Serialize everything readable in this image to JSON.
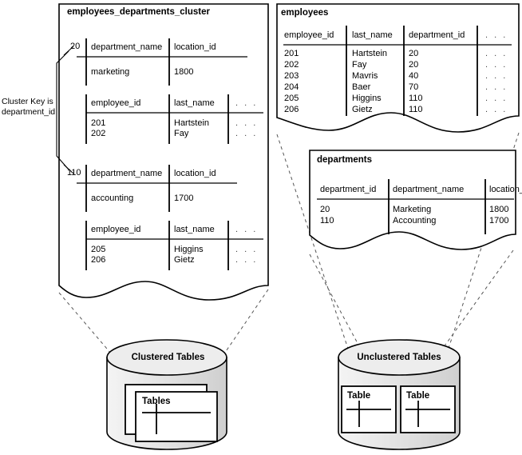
{
  "diagram": {
    "title_hidden": "",
    "cluster_box": {
      "title": "employees_departments_cluster",
      "key_note_line1": "Cluster Key is",
      "key_note_line2": "department_id",
      "groups": [
        {
          "key": "20",
          "dept_table": {
            "headers": [
              "department_name",
              "location_id"
            ],
            "rows": [
              [
                "marketing",
                "1800"
              ]
            ]
          },
          "emp_table": {
            "headers": [
              "employee_id",
              "last_name",
              ". . ."
            ],
            "rows": [
              [
                "201",
                "Hartstein",
                ". . ."
              ],
              [
                "202",
                "Fay",
                ". . ."
              ]
            ]
          }
        },
        {
          "key": "110",
          "dept_table": {
            "headers": [
              "department_name",
              "location_id"
            ],
            "rows": [
              [
                "accounting",
                "1700"
              ]
            ]
          },
          "emp_table": {
            "headers": [
              "employee_id",
              "last_name",
              ". . ."
            ],
            "rows": [
              [
                "205",
                "Higgins",
                ". . ."
              ],
              [
                "206",
                "Gietz",
                ". . ."
              ]
            ]
          }
        }
      ]
    },
    "employees_box": {
      "title": "employees",
      "headers": [
        "employee_id",
        "last_name",
        "department_id",
        ". . ."
      ],
      "rows": [
        [
          "201",
          "Hartstein",
          "20",
          ". . ."
        ],
        [
          "202",
          "Fay",
          "20",
          ". . ."
        ],
        [
          "203",
          "Mavris",
          "40",
          ". . ."
        ],
        [
          "204",
          "Baer",
          "70",
          ". . ."
        ],
        [
          "205",
          "Higgins",
          "110",
          ". . ."
        ],
        [
          "206",
          "Gietz",
          "110",
          ". . ."
        ]
      ]
    },
    "departments_box": {
      "title": "departments",
      "headers": [
        "department_id",
        "department_name",
        "location_id"
      ],
      "rows": [
        [
          "20",
          "Marketing",
          "1800"
        ],
        [
          "110",
          "Accounting",
          "1700"
        ]
      ]
    },
    "clustered_cylinder": {
      "label": "Clustered Tables",
      "cards": [
        {
          "label": ""
        },
        {
          "label": "Tables"
        }
      ]
    },
    "unclustered_cylinder": {
      "label": "Unclustered Tables",
      "cards": [
        {
          "label": "Table"
        },
        {
          "label": "Table"
        }
      ]
    },
    "colors": {
      "stroke": "#000000",
      "cylinder_top": "#ececec",
      "cylinder_body": "#e2e2e2",
      "card_fill": "#ffffff",
      "shadow": "#c9c9c9",
      "dashed": "#555555"
    }
  }
}
